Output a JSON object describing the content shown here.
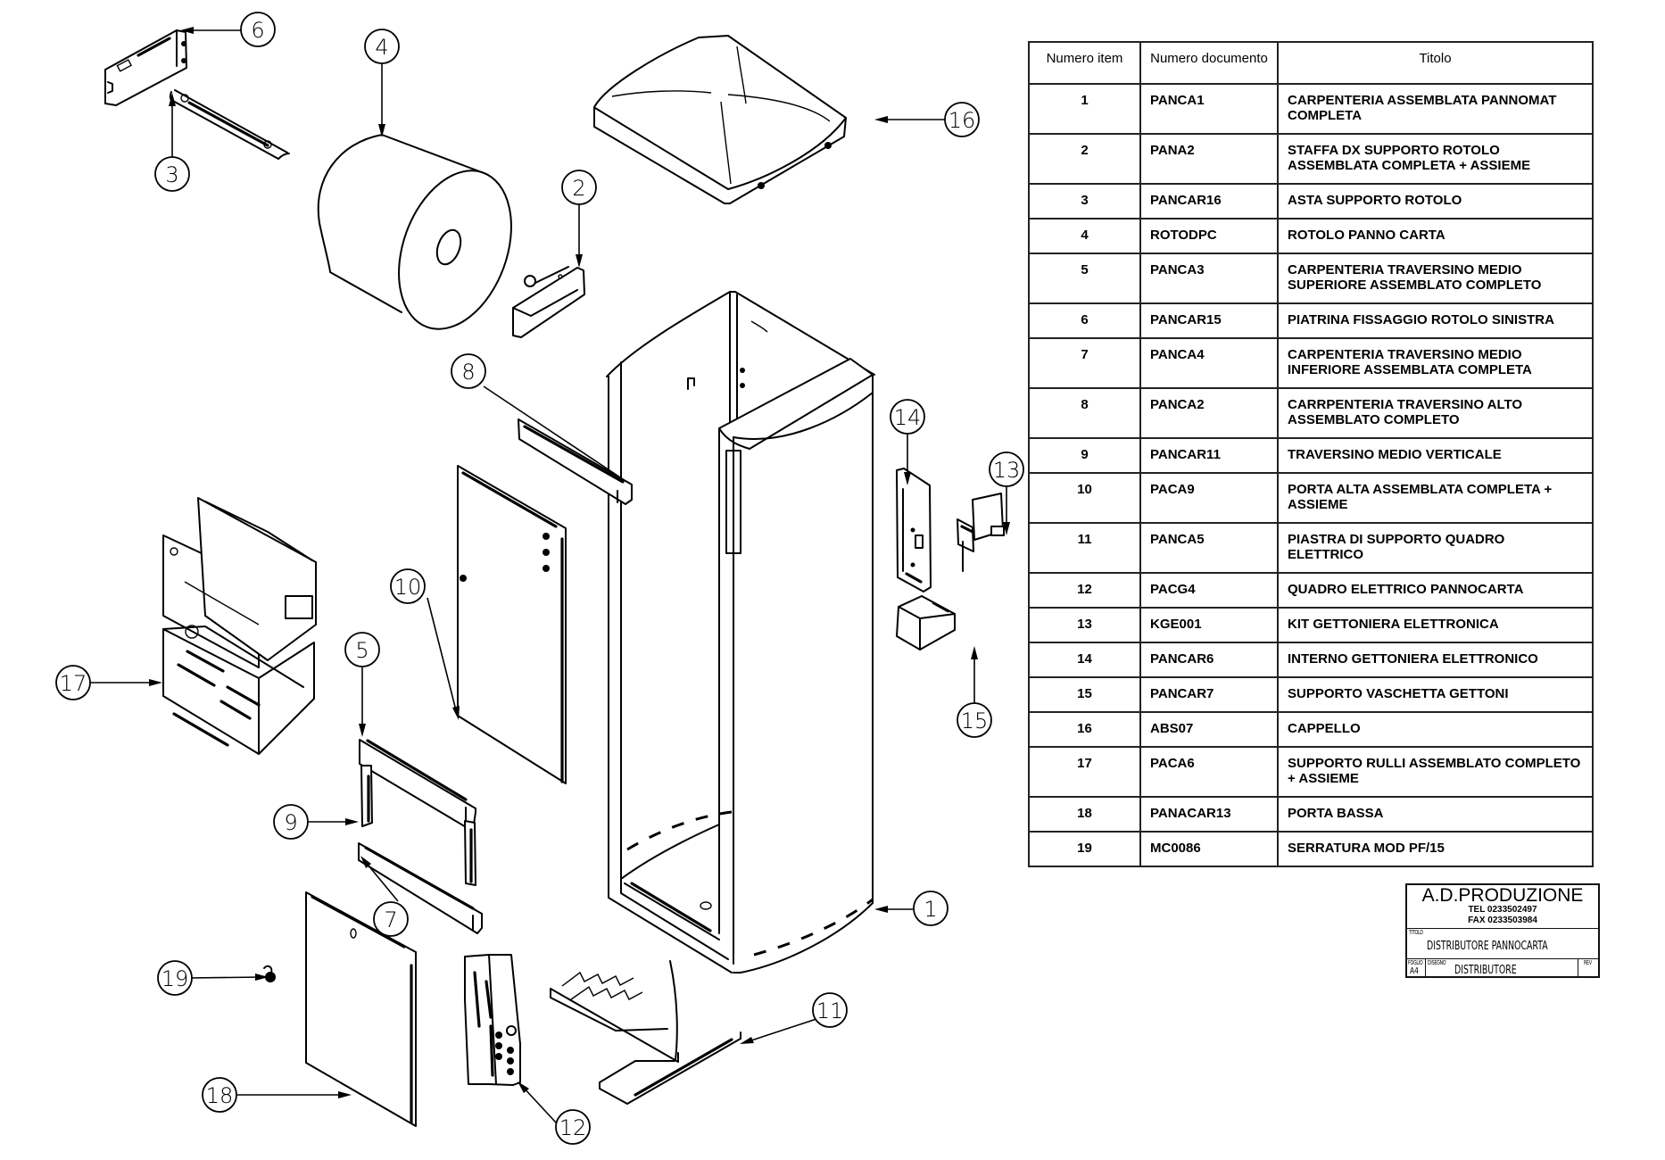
{
  "parts_list": {
    "headers": {
      "item": "Numero item",
      "document": "Numero documento",
      "title": "Titolo"
    },
    "rows": [
      {
        "item": "1",
        "document": "PANCA1",
        "title": "CARPENTERIA ASSEMBLATA PANNOMAT COMPLETA"
      },
      {
        "item": "2",
        "document": "PANA2",
        "title": "STAFFA DX SUPPORTO ROTOLO ASSEMBLATA COMPLETA + ASSIEME"
      },
      {
        "item": "3",
        "document": "PANCAR16",
        "title": "ASTA SUPPORTO ROTOLO"
      },
      {
        "item": "4",
        "document": "ROTODPC",
        "title": "ROTOLO PANNO CARTA"
      },
      {
        "item": "5",
        "document": "PANCA3",
        "title": "CARPENTERIA TRAVERSINO MEDIO SUPERIORE ASSEMBLATO COMPLETO"
      },
      {
        "item": "6",
        "document": "PANCAR15",
        "title": "PIATRINA FISSAGGIO ROTOLO SINISTRA"
      },
      {
        "item": "7",
        "document": "PANCA4",
        "title": "CARPENTERIA TRAVERSINO MEDIO INFERIORE ASSEMBLATA COMPLETA"
      },
      {
        "item": "8",
        "document": "PANCA2",
        "title": "CARRPENTERIA TRAVERSINO ALTO ASSEMBLATO COMPLETO"
      },
      {
        "item": "9",
        "document": "PANCAR11",
        "title": "TRAVERSINO MEDIO VERTICALE"
      },
      {
        "item": "10",
        "document": "PACA9",
        "title": "PORTA ALTA ASSEMBLATA COMPLETA + ASSIEME"
      },
      {
        "item": "11",
        "document": "PANCA5",
        "title": "PIASTRA DI SUPPORTO QUADRO ELETTRICO"
      },
      {
        "item": "12",
        "document": "PACG4",
        "title": "QUADRO ELETTRICO PANNOCARTA"
      },
      {
        "item": "13",
        "document": "KGE001",
        "title": "KIT GETTONIERA ELETTRONICA"
      },
      {
        "item": "14",
        "document": "PANCAR6",
        "title": "INTERNO GETTONIERA ELETTRONICO"
      },
      {
        "item": "15",
        "document": "PANCAR7",
        "title": "SUPPORTO VASCHETTA GETTONI"
      },
      {
        "item": "16",
        "document": "ABS07",
        "title": "CAPPELLO"
      },
      {
        "item": "17",
        "document": "PACA6",
        "title": "SUPPORTO RULLI ASSEMBLATO COMPLETO + ASSIEME"
      },
      {
        "item": "18",
        "document": "PANACAR13",
        "title": "PORTA BASSA"
      },
      {
        "item": "19",
        "document": "MC0086",
        "title": "SERRATURA MOD PF/15"
      }
    ]
  },
  "title_block": {
    "company": "A.D.PRODUZIONE",
    "tel": "TEL 0233502497",
    "fax": "FAX 0233503984",
    "titolo_label": "TITOLO",
    "titolo_value": "DISTRIBUTORE PANNOCARTA",
    "foglio_label": "FOGLIO",
    "foglio_value": "A4",
    "disegno_label": "DISEGNO",
    "disegno_value": "DISTRIBUTORE",
    "rev_label": "REV",
    "rev_value": ""
  },
  "callouts": [
    "1",
    "2",
    "3",
    "4",
    "5",
    "6",
    "7",
    "8",
    "9",
    "10",
    "11",
    "12",
    "13",
    "14",
    "15",
    "16",
    "17",
    "18",
    "19"
  ]
}
